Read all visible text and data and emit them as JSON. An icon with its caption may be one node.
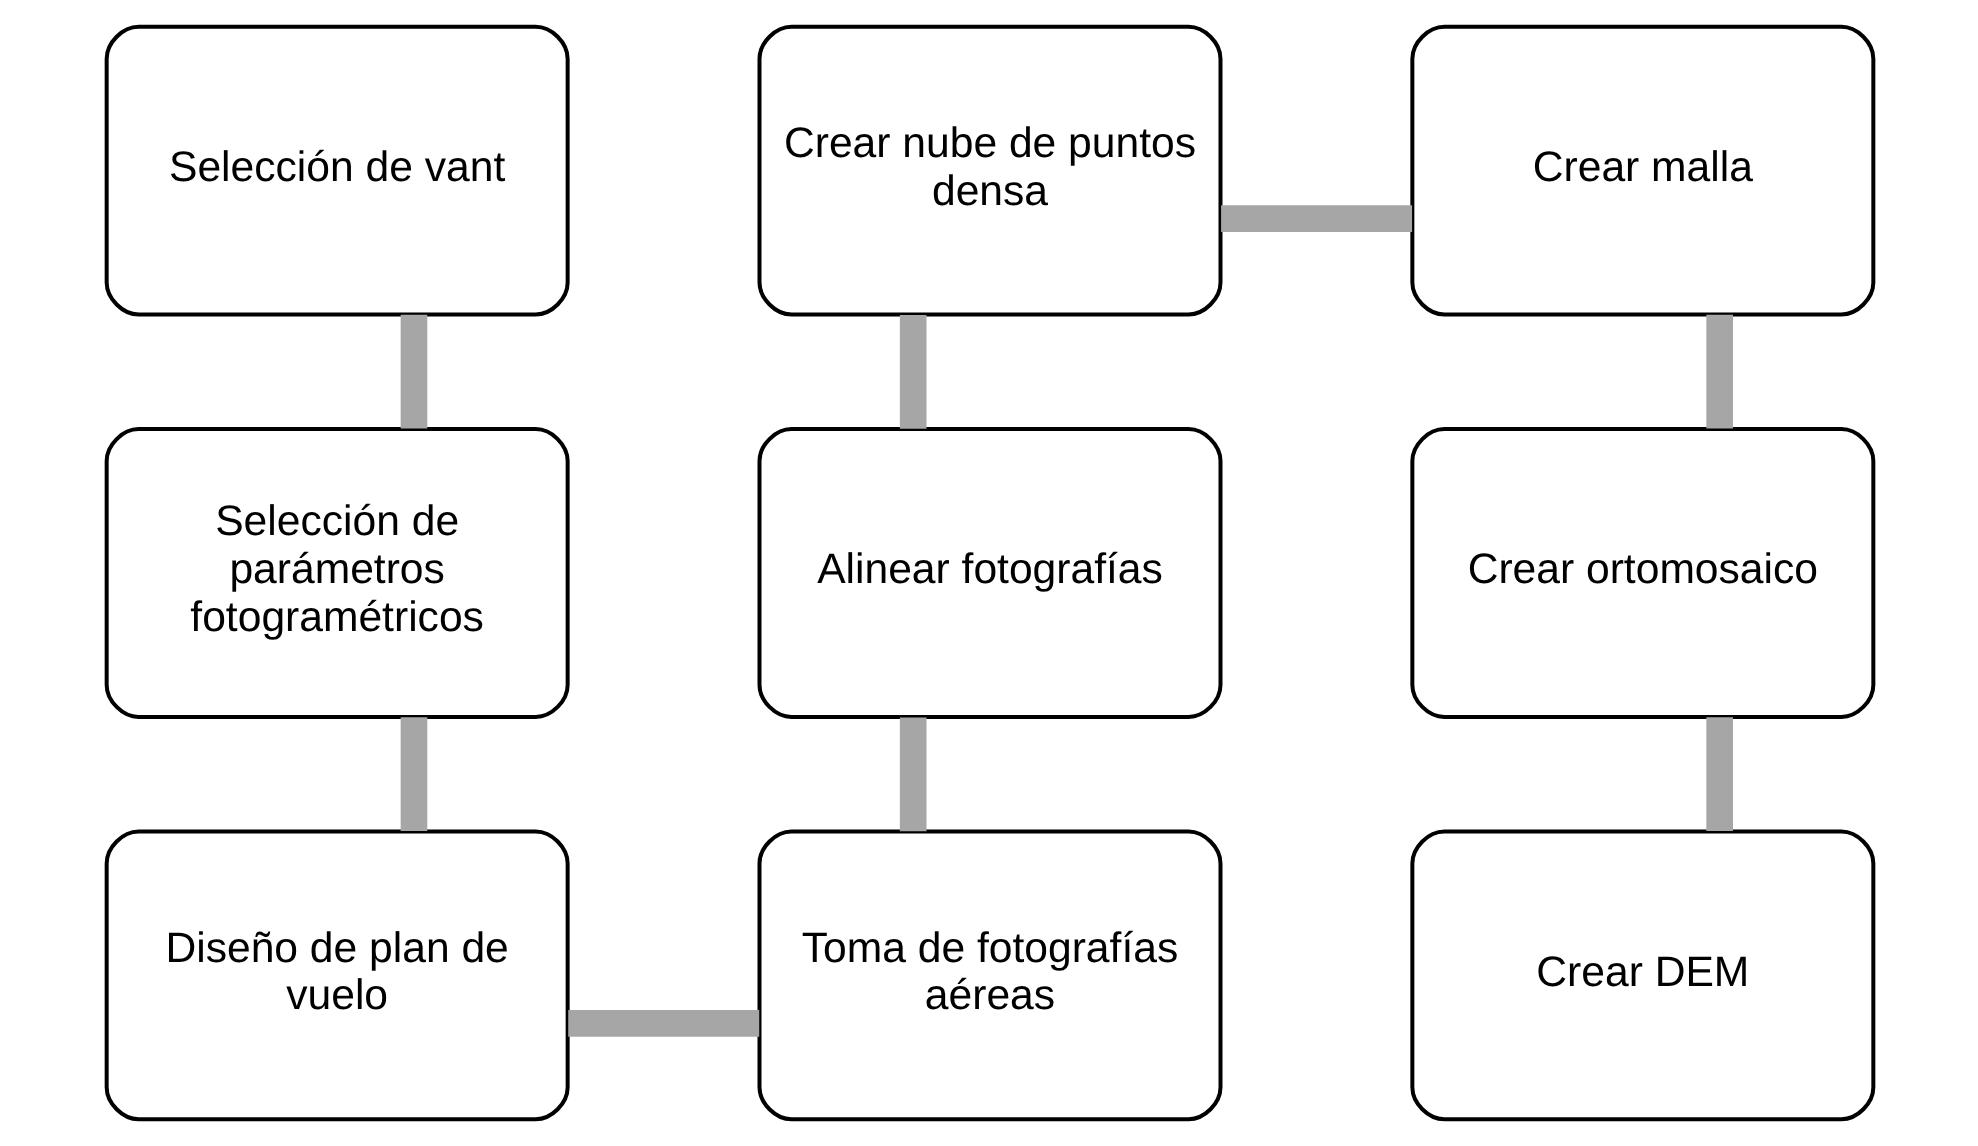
{
  "diagram": {
    "nodes": [
      {
        "text": [
          "Selección de vant"
        ]
      },
      {
        "text": [
          "Selección de parámetros fotogramétricos"
        ]
      },
      {
        "text": [
          "Diseño de plan de vuelo"
        ]
      },
      {
        "text": [
          "Toma de fotografías aéreas"
        ]
      },
      {
        "text": [
          "Alinear fotografías"
        ]
      },
      {
        "text": [
          "Crear nube de puntos densa"
        ]
      },
      {
        "text": [
          "Crear malla"
        ]
      },
      {
        "text": [
          "Crear ortomosaico"
        ]
      },
      {
        "text": [
          "Crear DEM"
        ]
      }
    ],
    "edges": [
      {
        "from": 0,
        "to": 1,
        "arrow": "none"
      },
      {
        "from": 1,
        "to": 2,
        "arrow": "none"
      },
      {
        "from": 2,
        "to": 3,
        "arrow": "none"
      },
      {
        "from": 3,
        "to": 4,
        "arrow": "none"
      },
      {
        "from": 4,
        "to": 5,
        "arrow": "none"
      },
      {
        "from": 5,
        "to": 6,
        "arrow": "none"
      },
      {
        "from": 6,
        "to": 7,
        "arrow": "none"
      },
      {
        "from": 7,
        "to": 8,
        "arrow": "none"
      }
    ]
  }
}
